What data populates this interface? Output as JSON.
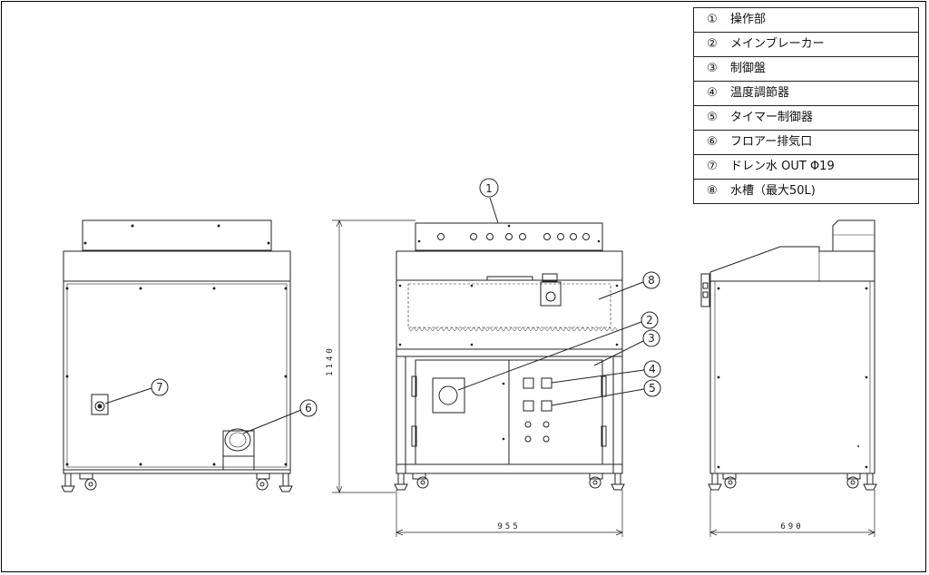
{
  "legend": [
    {
      "num": "①",
      "label": "操作部"
    },
    {
      "num": "②",
      "label": "メインブレーカー"
    },
    {
      "num": "③",
      "label": "制御盤"
    },
    {
      "num": "④",
      "label": "温度調節器"
    },
    {
      "num": "⑤",
      "label": "タイマー制御器"
    },
    {
      "num": "⑥",
      "label": "フロアー排気口"
    },
    {
      "num": "⑦",
      "label": "ドレン水 OUT Φ19"
    },
    {
      "num": "⑧",
      "label": "水槽（最大50L)"
    }
  ],
  "dimensions": {
    "height": "1140",
    "width_front": "955",
    "depth_side": "690"
  },
  "callouts": {
    "c1": "1",
    "c2": "2",
    "c3": "3",
    "c4": "4",
    "c5": "5",
    "c6": "6",
    "c7": "7",
    "c8": "8"
  }
}
